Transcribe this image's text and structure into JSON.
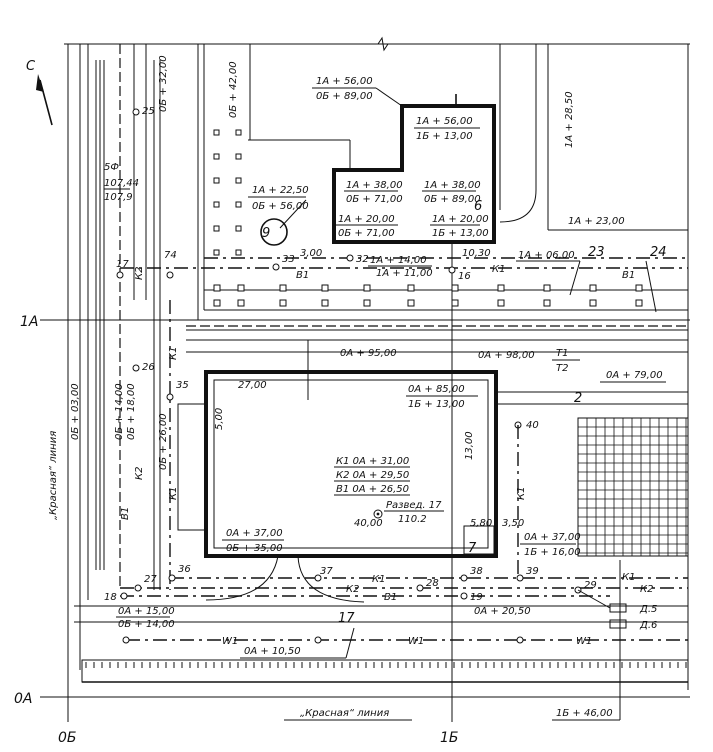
{
  "north": "С",
  "axes": {
    "a0": "0А",
    "a1": "1А",
    "b0": "0Б",
    "b1": "1Б"
  },
  "red_line": "„Красная“ линия",
  "red_line_v": "„Красная“ линия",
  "labels": {
    "l_1a56_0b89": "1А + 56,00",
    "l_1a56_0b89b": "0Б + 89,00",
    "l_1a56_1b13": "1А + 56,00",
    "l_1a56_1b13b": "1Б + 13,00",
    "l_0b32": "0Б + 32,00",
    "l_0b42": "0Б + 42,00",
    "l_1a28": "1А + 28,50",
    "l_1a22": "1А + 22,50",
    "l_0b56": "0Б + 56,00",
    "l_1a38a": "1А + 38,00",
    "l_0b71a": "0Б + 71,00",
    "l_1a38b": "1А + 38,00",
    "l_0b89c": "0Б + 89,00",
    "l_1a20a": "1А + 20,00",
    "l_0b71b": "0Б + 71,00",
    "l_1a20b": "1А + 20,00",
    "l_1b13b": "1Б + 13,00",
    "l_1a23": "1А + 23,00",
    "l_1a14": "1А + 14,00",
    "l_1a11": "1А + 11,00",
    "l_1a06": "1А + 06,00",
    "l_300": "3,00",
    "l_1030": "10,30",
    "l_0a95": "0А + 95,00",
    "l_0a98": "0А + 98,00",
    "l_0a79": "0А + 79,00",
    "l_0a85": "0А + 85,00",
    "l_1b13c": "1Б + 13,00",
    "l_2700": "27,00",
    "l_500": "5,00",
    "l_1300": "13,00",
    "l_0b03": "0Б + 03,00",
    "l_0b14": "0Б + 14,00",
    "l_0b18": "0Б + 18,00",
    "l_0b26": "0Б + 26,00",
    "l_k1_0a31": "К1  0А + 31,00",
    "l_k2_0a29": "К2  0А + 29,50",
    "l_b1_0a26": "В1  0А + 26,50",
    "l_razved": "Развед. 17",
    "l_1102": "110.2",
    "l_4000": "40,00",
    "l_580": "5,80",
    "l_350": "3,50",
    "l_0a37a": "0А + 37,00",
    "l_0b35": "0Б + 35,00",
    "l_0a37b": "0А + 37,00",
    "l_1b16": "1Б + 16,00",
    "l_0a15": "0А + 15,00",
    "l_0b14b": "0Б + 14,00",
    "l_0a20": "0А + 20,50",
    "l_0a10": "0А + 10,50",
    "l_1b46": "1Б + 46,00",
    "l_10744": "107,44",
    "l_1079": "107,9",
    "l_5f": "5Ф"
  },
  "numbers": {
    "n25": "25",
    "n17": "17",
    "n74": "74",
    "n33": "33",
    "n32": "32",
    "n16": "16",
    "n26": "26",
    "n35": "35",
    "n40": "40",
    "n18": "18",
    "n27": "27",
    "n36": "36",
    "n37": "37",
    "n28": "28",
    "n38": "38",
    "n19": "19",
    "n39": "39",
    "n29": "29",
    "n6": "6",
    "n7": "7",
    "n2": "2",
    "n9": "9",
    "n17b": "17",
    "n23": "23",
    "n24": "24"
  },
  "nets": {
    "b1": "В1",
    "k1": "К1",
    "k2": "К2",
    "t1": "Т1",
    "t2": "Т2",
    "w1": "W1",
    "d5": "Д.5",
    "d6": "Д.6"
  }
}
